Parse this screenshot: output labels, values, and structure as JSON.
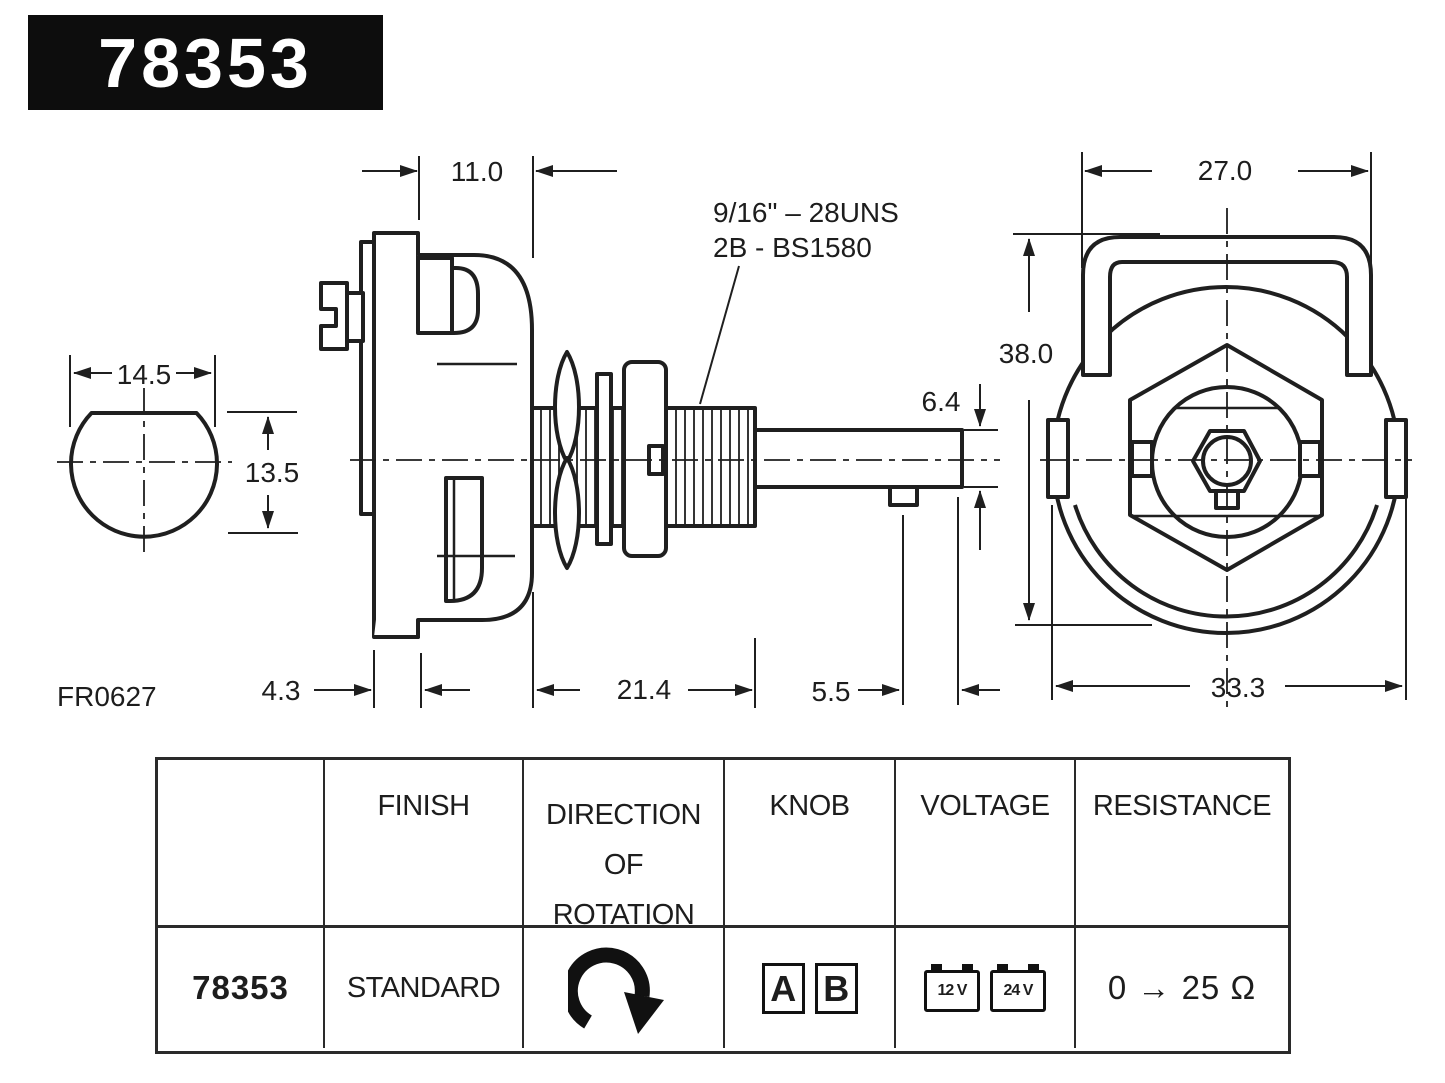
{
  "badge": {
    "part_number": "78353"
  },
  "drawing": {
    "ref_code": "FR0627",
    "thread_note": {
      "line1": "9/16\" – 28UNS",
      "line2": "2B - BS1580"
    },
    "dims": {
      "front_depth": "11.0",
      "bracket_width": "27.0",
      "knob_width": "14.5",
      "knob_height": "13.5",
      "body_height": "38.0",
      "shaft_diameter": "6.4",
      "plate_thickness": "4.3",
      "bush_length": "21.4",
      "spindle_flat_length": "5.5",
      "body_width": "33.3"
    }
  },
  "table": {
    "headers": {
      "part": "",
      "finish": "FINISH",
      "direction": [
        "DIRECTION",
        "OF",
        "ROTATION"
      ],
      "knob": "KNOB",
      "voltage": "VOLTAGE",
      "resistance": "RESISTANCE"
    },
    "row": {
      "part": "78353",
      "finish": "STANDARD",
      "direction_icon": "clockwise-rotation-arrow",
      "knob_options": [
        "A",
        "B"
      ],
      "voltage_options": [
        "12 V",
        "24 V"
      ],
      "resistance": "0 → 25 Ω"
    }
  }
}
